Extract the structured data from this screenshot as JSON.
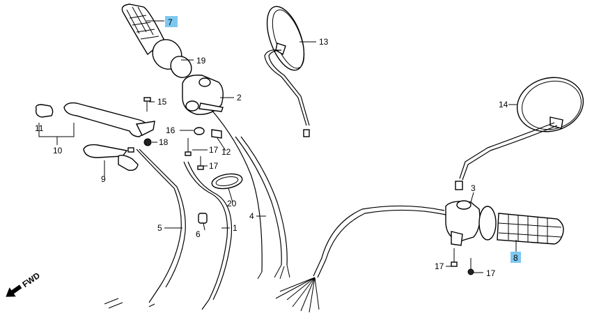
{
  "callouts": {
    "c1": "1",
    "c2": "2",
    "c3": "3",
    "c4": "4",
    "c5": "5",
    "c6": "6",
    "c7": "7",
    "c8": "8",
    "c9": "9",
    "c10": "10",
    "c11": "11",
    "c12": "12",
    "c13": "13",
    "c14": "14",
    "c15": "15",
    "c16": "16",
    "c17a": "17",
    "c17b": "17",
    "c17c": "17",
    "c17d": "17",
    "c18": "18",
    "c19": "19",
    "c20": "20"
  },
  "fwd": "FWD",
  "colors": {
    "highlight": "#7ec8f0",
    "line": "#000000",
    "background": "#ffffff"
  }
}
